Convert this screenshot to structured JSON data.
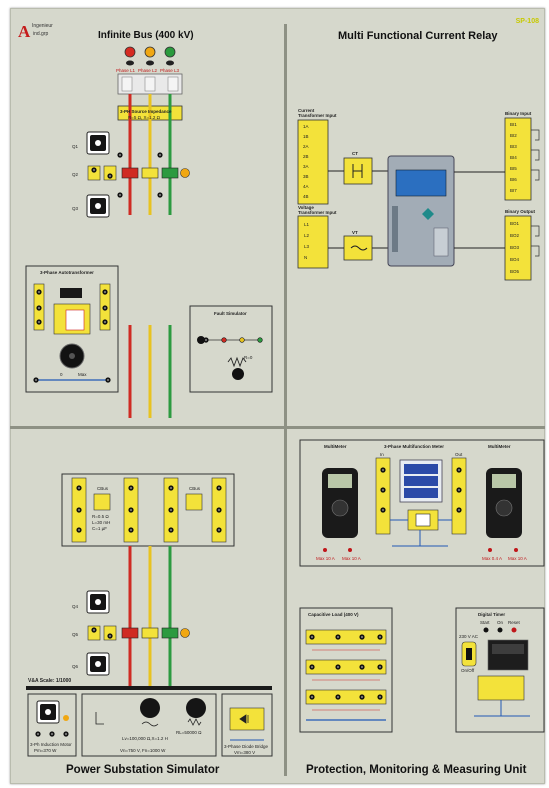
{
  "logo": {
    "mark": "A",
    "line1": "Ingenieur",
    "line2": "ind.grp"
  },
  "model_code": "SP-108",
  "sections": {
    "top_left": "Infinite Bus (400 kV)",
    "top_right": "Multi Functional Current Relay",
    "bottom_left": "Power Substation Simulator",
    "bottom_right": "Protection, Monitoring & Measuring Unit"
  },
  "infinite_bus": {
    "lamps": [
      {
        "label": "Phase L1",
        "color": "#d62b22"
      },
      {
        "label": "Phase L2",
        "color": "#f0a712"
      },
      {
        "label": "Phase L3",
        "color": "#2a9a3d"
      }
    ],
    "impedance_label": "3-PH Source Impedance",
    "impedance_sub": "R=5 Ω, X=1.2 Ω",
    "switches": [
      "Q1",
      "Q2",
      "Q3"
    ]
  },
  "autotransformer": {
    "title": "3-Phase Autotransformer",
    "scale_min": "0",
    "scale_max": "Max"
  },
  "fault_simulator": {
    "title": "Fault Simulator",
    "resistor": "R=0"
  },
  "relay": {
    "ct_input": "Current Transformer Input",
    "vt_input": "Voltage Transformer Input",
    "binary_input": "Binary Input",
    "binary_output": "Binary Output",
    "ct": "CT",
    "vt": "VT",
    "ct_terminals": [
      "1A",
      "1B",
      "2A",
      "2B",
      "3A",
      "3B",
      "4A",
      "4B"
    ],
    "vt_terminals": [
      "L1",
      "L2",
      "L3",
      "N"
    ],
    "bi_terminals": [
      "BI1",
      "BI2",
      "BI3",
      "BI4",
      "BI5",
      "BI6",
      "BI7"
    ],
    "bo_terminals": [
      "BO1",
      "BO2",
      "BO3",
      "BO4",
      "BO5"
    ]
  },
  "line": {
    "cap_a": "CBus",
    "cap_b": "CBus",
    "r_label": "R=0.5 Ω",
    "l_label": "L=30 mH",
    "c_label": "C=1 µF",
    "switches": [
      "Q4",
      "Q5",
      "Q6"
    ]
  },
  "vba_scale": "V&A Scale: 1/1000",
  "substation": {
    "motor": "3-Ph Induction Motor",
    "motor_rating": "Pm=370 W",
    "load_label": "Lv=100,000 Ω,X=1.2 H",
    "load_sub": "Vn=750 V, Fn=1000 W",
    "rl_load": "RL=50000 Ω",
    "diode_bridge": "3-Phase Diode Bridge",
    "diode_rating": "Vm=380 V"
  },
  "measuring": {
    "multimeter_1": "MultiMeter",
    "multifunction": "3-Phase Multifunction Meter",
    "multimeter_2": "MultiMeter",
    "in_label": "In",
    "out_label": "Out",
    "mm_fuse_a": "Max 10 A",
    "mm_fuse_b": "Max 10 A",
    "mm2_fuse_a": "Max 0.4 A",
    "mm2_fuse_b": "Max 10 A"
  },
  "cap_load": {
    "title": "Capacitive Load (400 V)"
  },
  "timer": {
    "title": "Digital Timer",
    "start": "Start",
    "on": "On",
    "reset": "Reset",
    "supply": "230 V AC",
    "onoff": "On/Off"
  },
  "colors": {
    "l1": "#cf2a22",
    "l2": "#e8c320",
    "l3": "#2c9a40",
    "yellow": "#f3e23a",
    "blue": "#2159b5",
    "neutral": "#2f58c0"
  }
}
